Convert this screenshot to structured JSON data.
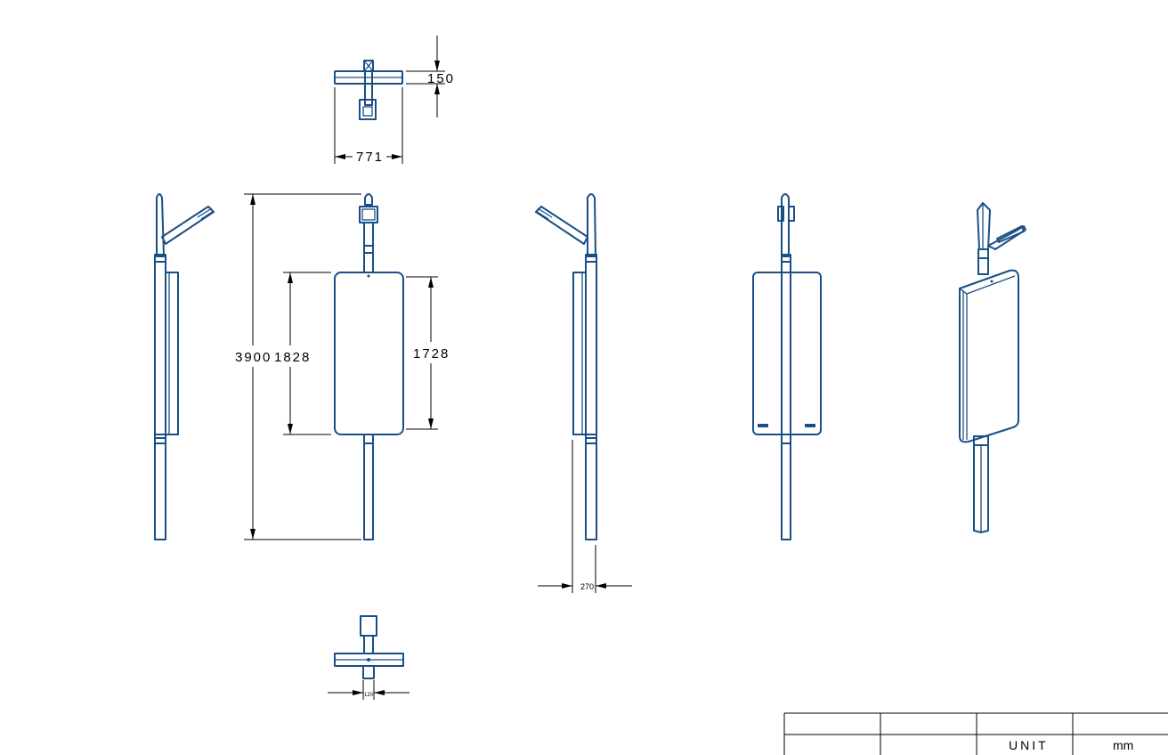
{
  "dimensions": {
    "top_depth": "150",
    "top_width": "771",
    "overall_height": "3900",
    "panel_outer_height": "1828",
    "panel_inner_height": "1728",
    "side_depth": "270",
    "bottom_pole": "120"
  },
  "title_block": {
    "unit_label": "UNIT",
    "unit_value": "mm"
  },
  "colors": {
    "object_line": "#1a4f86",
    "dimension_line": "#000000"
  }
}
